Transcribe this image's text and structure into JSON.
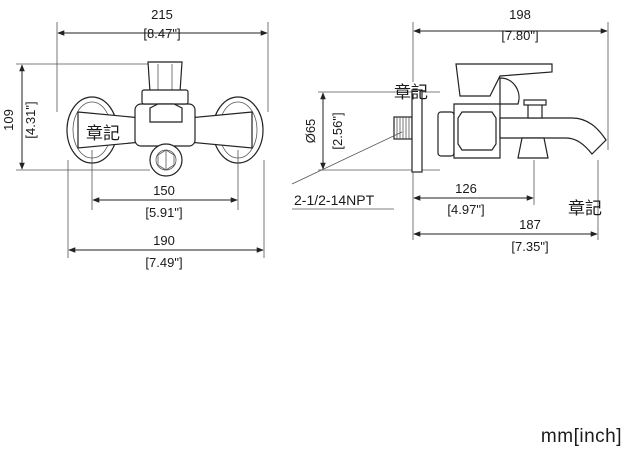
{
  "front_view": {
    "overall_width": {
      "mm": "215",
      "inch": "[8.47\"]"
    },
    "height": {
      "mm": "109",
      "inch": "[4.31\"]"
    },
    "center_distance": {
      "mm": "150",
      "inch": "[5.91\"]"
    },
    "bottom_width": {
      "mm": "190",
      "inch": "[7.49\"]"
    }
  },
  "side_view": {
    "overall_depth": {
      "mm": "198",
      "inch": "[7.80\"]"
    },
    "flange_diameter": {
      "mm": "Ø65",
      "inch": "[2.56\"]"
    },
    "thread_callout": "2-1/2-14NPT",
    "spout_reach": {
      "mm": "126",
      "inch": "[4.97\"]"
    },
    "spout_length": {
      "mm": "187",
      "inch": "[7.35\"]"
    }
  },
  "watermark": "章記",
  "units_label": "mm[inch]"
}
